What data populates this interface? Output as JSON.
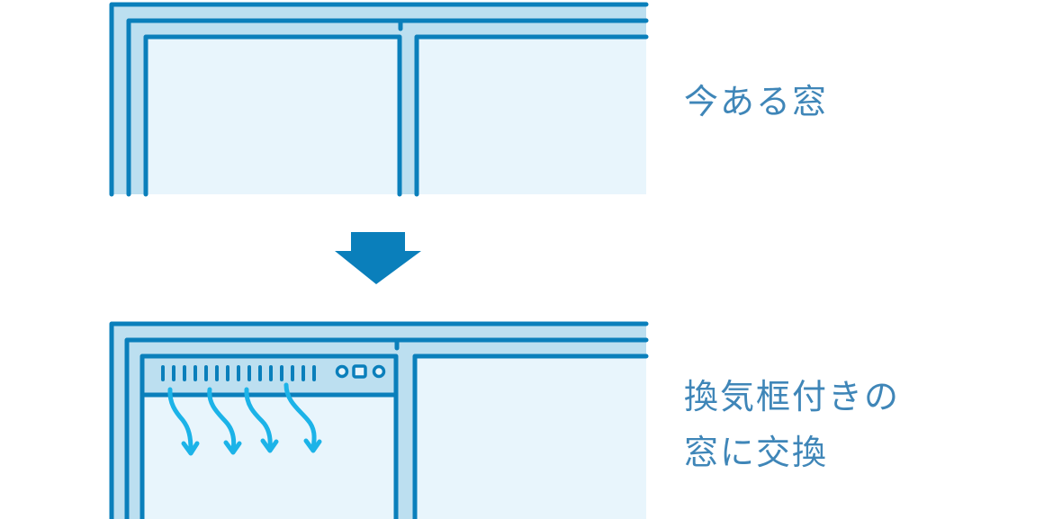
{
  "labels": {
    "current_window": "今ある窓",
    "replacement_window_line1": "換気框付きの",
    "replacement_window_line2": "窓に交換"
  },
  "colors": {
    "frame_stroke": "#0a7fbb",
    "frame_fill": "#bcdff0",
    "glass_fill": "#e8f5fc",
    "vent_stroke": "#0a7fbb",
    "airflow_arrow": "#1cb3e8",
    "transition_arrow": "#0a7fbb",
    "label_text": "#3f86b8"
  }
}
